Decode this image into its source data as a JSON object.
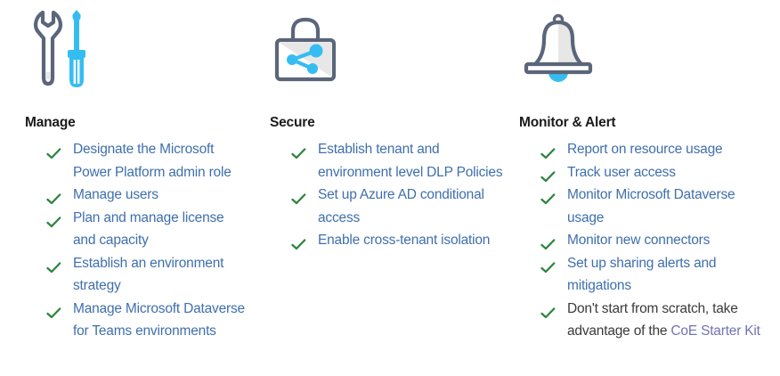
{
  "colors": {
    "background": "#ffffff",
    "link_blue": "#3f6fad",
    "visited_link_purple": "#7173b4",
    "check_green": "#2e8540",
    "heading_text": "#1b1b1b",
    "body_text": "#3b3a39",
    "icon_outline_slate": "#5b6679",
    "icon_accent_blue": "#35bdf2",
    "icon_shade_gray": "#e7e7e7"
  },
  "columns": [
    {
      "icon": "wrench-screwdriver-icon",
      "title": "Manage",
      "items": [
        {
          "prefix": "",
          "text": "Designate the Microsoft Power Platform admin role"
        },
        {
          "prefix": "",
          "text": "Manage users"
        },
        {
          "prefix": "",
          "text": "Plan and manage license and capacity"
        },
        {
          "prefix": "",
          "text": "Establish an environment strategy"
        },
        {
          "prefix": "",
          "text": "Manage Microsoft Dataverse for Teams environments"
        }
      ]
    },
    {
      "icon": "lock-share-icon",
      "title": "Secure",
      "items": [
        {
          "prefix": "",
          "text": "Establish tenant and environment level DLP Policies"
        },
        {
          "prefix": "",
          "text": "Set up Azure AD conditional access"
        },
        {
          "prefix": "",
          "text": "Enable cross-tenant isolation"
        }
      ]
    },
    {
      "icon": "bell-icon",
      "title": "Monitor & Alert",
      "items": [
        {
          "prefix": "",
          "text": "Report on resource usage"
        },
        {
          "prefix": "",
          "text": "Track user access"
        },
        {
          "prefix": "",
          "text": "Monitor Microsoft Dataverse usage"
        },
        {
          "prefix": "",
          "text": "Monitor new connectors"
        },
        {
          "prefix": "",
          "text": "Set up sharing alerts and mitigations"
        },
        {
          "prefix": "Don't start from scratch, take advantage of the ",
          "text": "CoE Starter Kit",
          "visited": true
        }
      ]
    }
  ]
}
